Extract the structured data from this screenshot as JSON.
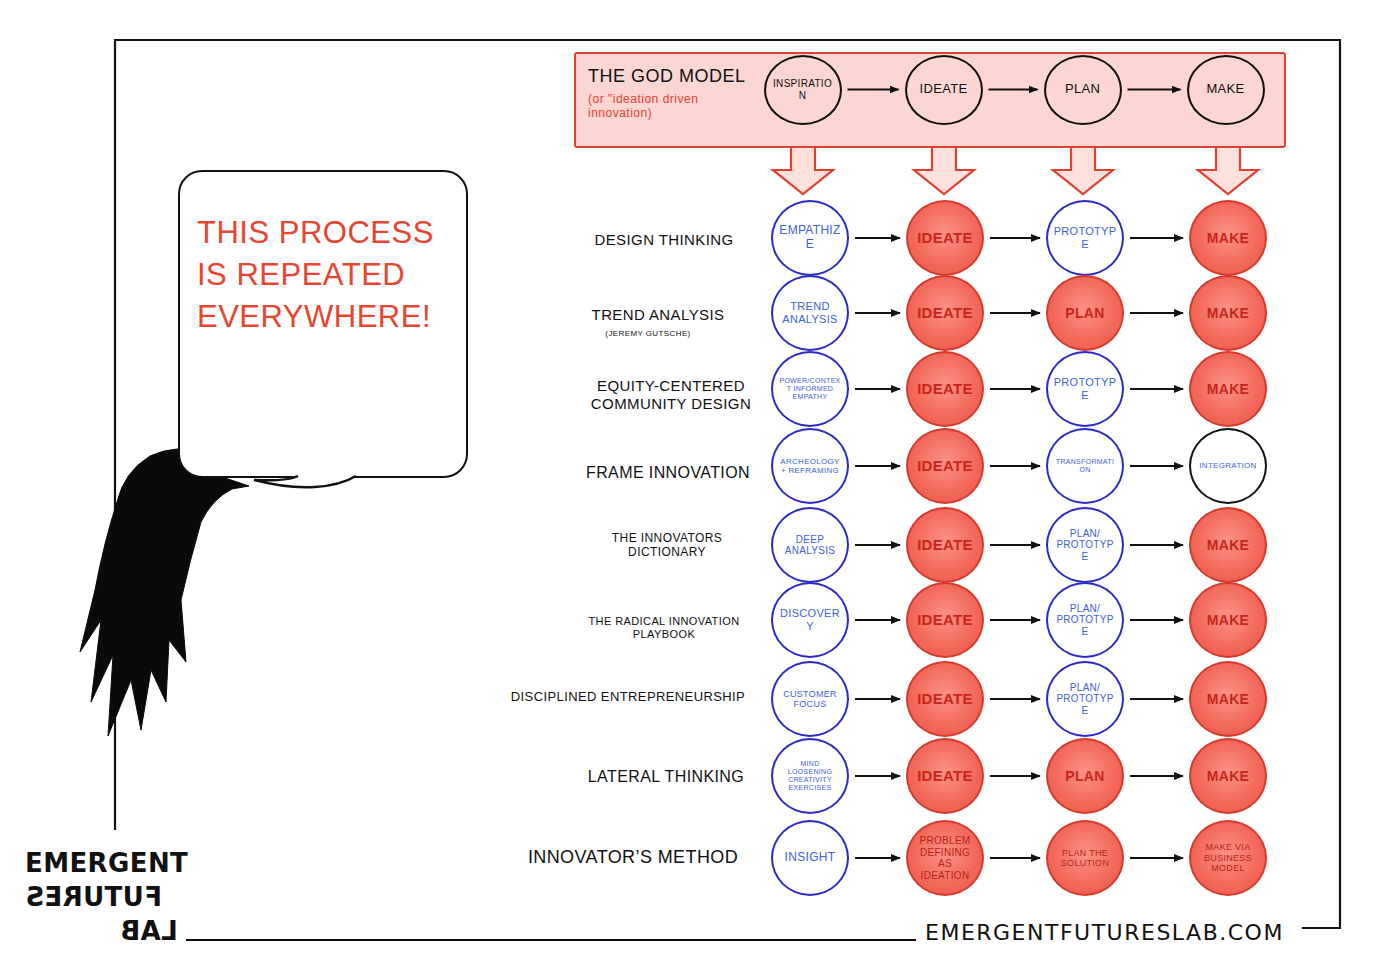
{
  "diagram": {
    "nodes": [
      {
        "text": [
          "THE GOD MODEL",
          "(or \"ideation driven innovation)"
        ]
      },
      {
        "text": [
          "INSPIRATION"
        ],
        "in": 0
      },
      {
        "text": [
          "IDEATE"
        ],
        "in": 0
      },
      {
        "text": [
          "PLAN"
        ],
        "in": 0
      },
      {
        "text": [
          "MAKE"
        ],
        "in": 0
      },
      {
        "text": [
          "THIS PROCESS IS REPEATED EVERYWHERE!"
        ]
      },
      {
        "text": [
          "EMPATHIZE"
        ]
      },
      {
        "text": [
          "IDEATE"
        ]
      },
      {
        "text": [
          "PROTOTYPE"
        ]
      },
      {
        "text": [
          "MAKE"
        ]
      },
      {
        "text": [
          "TREND ANALYSIS"
        ]
      },
      {
        "text": [
          "IDEATE"
        ]
      },
      {
        "text": [
          "PLAN"
        ]
      },
      {
        "text": [
          "MAKE"
        ]
      },
      {
        "text": [
          "POWER/CONTEXT INFORMED EMPATHY"
        ]
      },
      {
        "text": [
          "IDEATE"
        ]
      },
      {
        "text": [
          "PROTOTYPE"
        ]
      },
      {
        "text": [
          "MAKE"
        ]
      },
      {
        "text": [
          "ARCHEOLOGY + REFRAMING"
        ]
      },
      {
        "text": [
          "IDEATE"
        ]
      },
      {
        "text": [
          "TRANSFORMATION"
        ]
      },
      {
        "text": [
          "INTEGRATION"
        ]
      },
      {
        "text": [
          "DEEP ANALYSIS"
        ]
      },
      {
        "text": [
          "IDEATE"
        ]
      },
      {
        "text": [
          "PLAN/ PROTOTYPE"
        ]
      },
      {
        "text": [
          "MAKE"
        ]
      },
      {
        "text": [
          "DISCOVERY"
        ]
      },
      {
        "text": [
          "IDEATE"
        ]
      },
      {
        "text": [
          "PLAN/ PROTOTYPE"
        ]
      },
      {
        "text": [
          "MAKE"
        ]
      },
      {
        "text": [
          "CUSTOMER FOCUS"
        ]
      },
      {
        "text": [
          "IDEATE"
        ]
      },
      {
        "text": [
          "PLAN/ PROTOTYPE"
        ]
      },
      {
        "text": [
          "MAKE"
        ]
      },
      {
        "text": [
          "MIND LOOSENING CREATIVITY EXERCISES"
        ]
      },
      {
        "text": [
          "IDEATE"
        ]
      },
      {
        "text": [
          "PLAN"
        ]
      },
      {
        "text": [
          "MAKE"
        ]
      },
      {
        "text": [
          "INSIGHT"
        ]
      },
      {
        "text": [
          "PROBLEM DEFINING AS IDEATION"
        ]
      },
      {
        "text": [
          "PLAN THE SOLUTION"
        ]
      },
      {
        "text": [
          "MAKE VIA BUSINESS MODEL"
        ]
      }
    ],
    "edges": [
      {
        "from": 1,
        "to": 2,
        "arrow": "to"
      },
      {
        "from": 2,
        "to": 3,
        "arrow": "to"
      },
      {
        "from": 3,
        "to": 4,
        "arrow": "to"
      },
      {
        "from": 6,
        "to": 7,
        "arrow": "to"
      },
      {
        "from": 7,
        "to": 8,
        "arrow": "to"
      },
      {
        "from": 8,
        "to": 9,
        "arrow": "to"
      },
      {
        "from": 10,
        "to": 11,
        "arrow": "to"
      },
      {
        "from": 11,
        "to": 12,
        "arrow": "to"
      },
      {
        "from": 12,
        "to": 13,
        "arrow": "to"
      },
      {
        "from": 14,
        "to": 15,
        "arrow": "to"
      },
      {
        "from": 15,
        "to": 16,
        "arrow": "to"
      },
      {
        "from": 16,
        "to": 17,
        "arrow": "to"
      },
      {
        "from": 18,
        "to": 19,
        "arrow": "to"
      },
      {
        "from": 19,
        "to": 20,
        "arrow": "to"
      },
      {
        "from": 20,
        "to": 21,
        "arrow": "to"
      },
      {
        "from": 22,
        "to": 23,
        "arrow": "to"
      },
      {
        "from": 23,
        "to": 24,
        "arrow": "to"
      },
      {
        "from": 24,
        "to": 25,
        "arrow": "to"
      },
      {
        "from": 26,
        "to": 27,
        "arrow": "to"
      },
      {
        "from": 27,
        "to": 28,
        "arrow": "to"
      },
      {
        "from": 28,
        "to": 29,
        "arrow": "to"
      },
      {
        "from": 30,
        "to": 31,
        "arrow": "to"
      },
      {
        "from": 31,
        "to": 32,
        "arrow": "to"
      },
      {
        "from": 32,
        "to": 33,
        "arrow": "to"
      },
      {
        "from": 34,
        "to": 35,
        "arrow": "to"
      },
      {
        "from": 35,
        "to": 36,
        "arrow": "to"
      },
      {
        "from": 36,
        "to": 37,
        "arrow": "to"
      },
      {
        "from": 38,
        "to": 39,
        "arrow": "to"
      },
      {
        "from": 39,
        "to": 40,
        "arrow": "to"
      },
      {
        "from": 40,
        "to": 41,
        "arrow": "to"
      }
    ],
    "labels": [
      "DESIGN THINKING",
      "TREND ANALYSIS",
      "(JEREMY GUTSCHE)",
      "EQUITY-CENTERED COMMUNITY DESIGN",
      "FRAME INNOVATION",
      "THE INNOVATORS DICTIONARY",
      "THE RADICAL INNOVATION PLAYBOOK",
      "DISCIPLINED ENTREPRENEURSHIP",
      "LATERAL THINKING",
      "INNOVATOR’S METHOD",
      "EMERGENT",
      "FUTURES",
      "LAB",
      "EMERGENTFUTURESLAB.COM"
    ]
  }
}
